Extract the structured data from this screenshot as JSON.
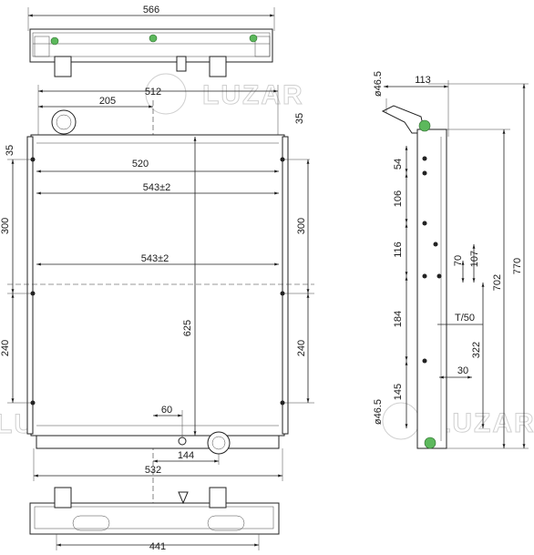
{
  "watermark": {
    "brand": "LUZAR",
    "color": "#d3d3d3"
  },
  "colors": {
    "accent_green": "#5cb85c",
    "line": "#222222"
  },
  "top_view": {
    "width": "566"
  },
  "front_view": {
    "w512": "512",
    "w205": "205",
    "w520": "520",
    "w543a": "543±2",
    "w543b": "543±2",
    "h35_left": "35",
    "h35_right": "35",
    "h300_left": "300",
    "h300_right": "300",
    "h240_left": "240",
    "h240_right": "240",
    "h625": "625",
    "w60": "60",
    "w144": "144",
    "w532": "532"
  },
  "bottom_view": {
    "width": "441"
  },
  "side_view": {
    "d_top": "ø46.5",
    "w113": "113",
    "h54": "54",
    "h106": "106",
    "h116": "116",
    "h107": "107",
    "h70": "70",
    "h184": "184",
    "t50": "T/50",
    "h322": "322",
    "w30": "30",
    "h145": "145",
    "d_bottom": "ø46.5",
    "h702": "702",
    "h770": "770"
  }
}
